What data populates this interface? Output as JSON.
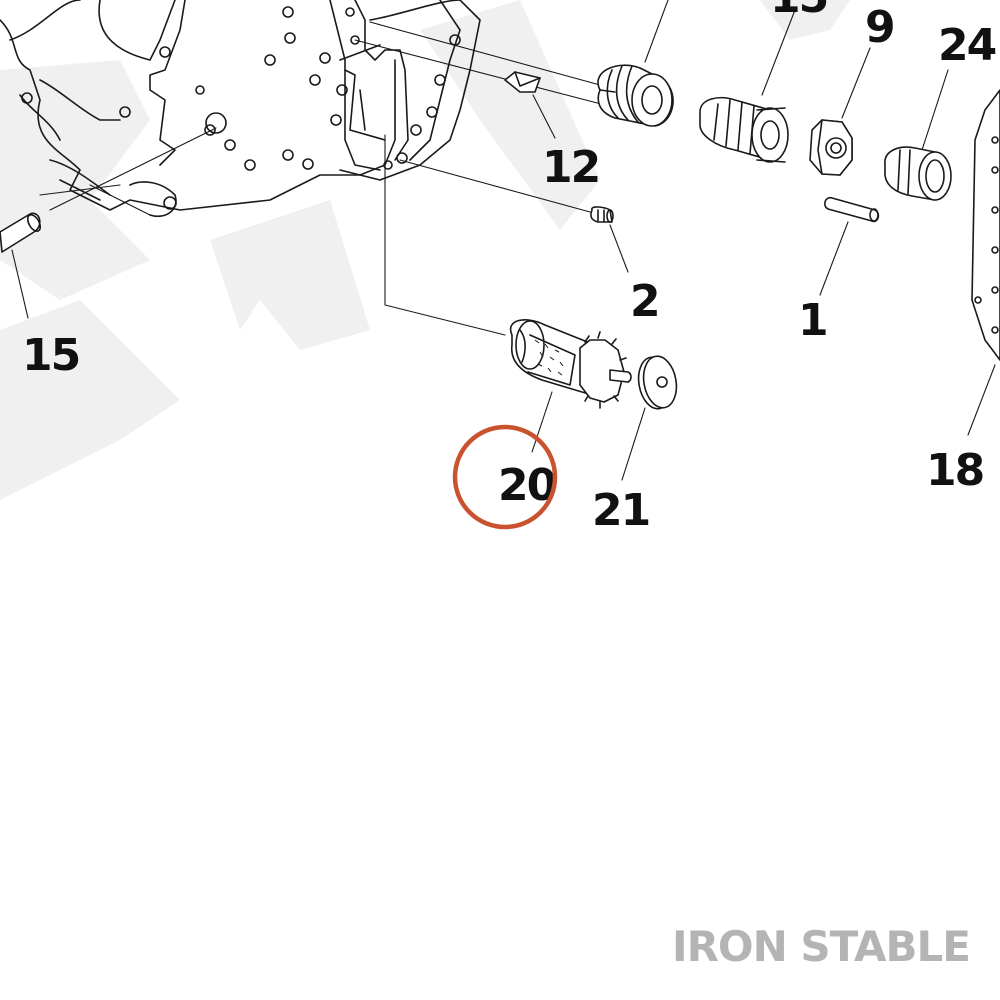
{
  "brand": {
    "watermark_text": "IRON STABLE"
  },
  "colors": {
    "highlight_circle": "#c8532e",
    "watermark_bg": "#f0f0f0",
    "brand_text": "#b4b4b4"
  },
  "callouts": {
    "c15": "15",
    "c9": "9",
    "c24": "24",
    "c12": "12",
    "c2": "2",
    "c1": "1",
    "c15b": "15",
    "c20": "20",
    "c21": "21",
    "c18": "18"
  },
  "highlight": {
    "callout": "20"
  }
}
